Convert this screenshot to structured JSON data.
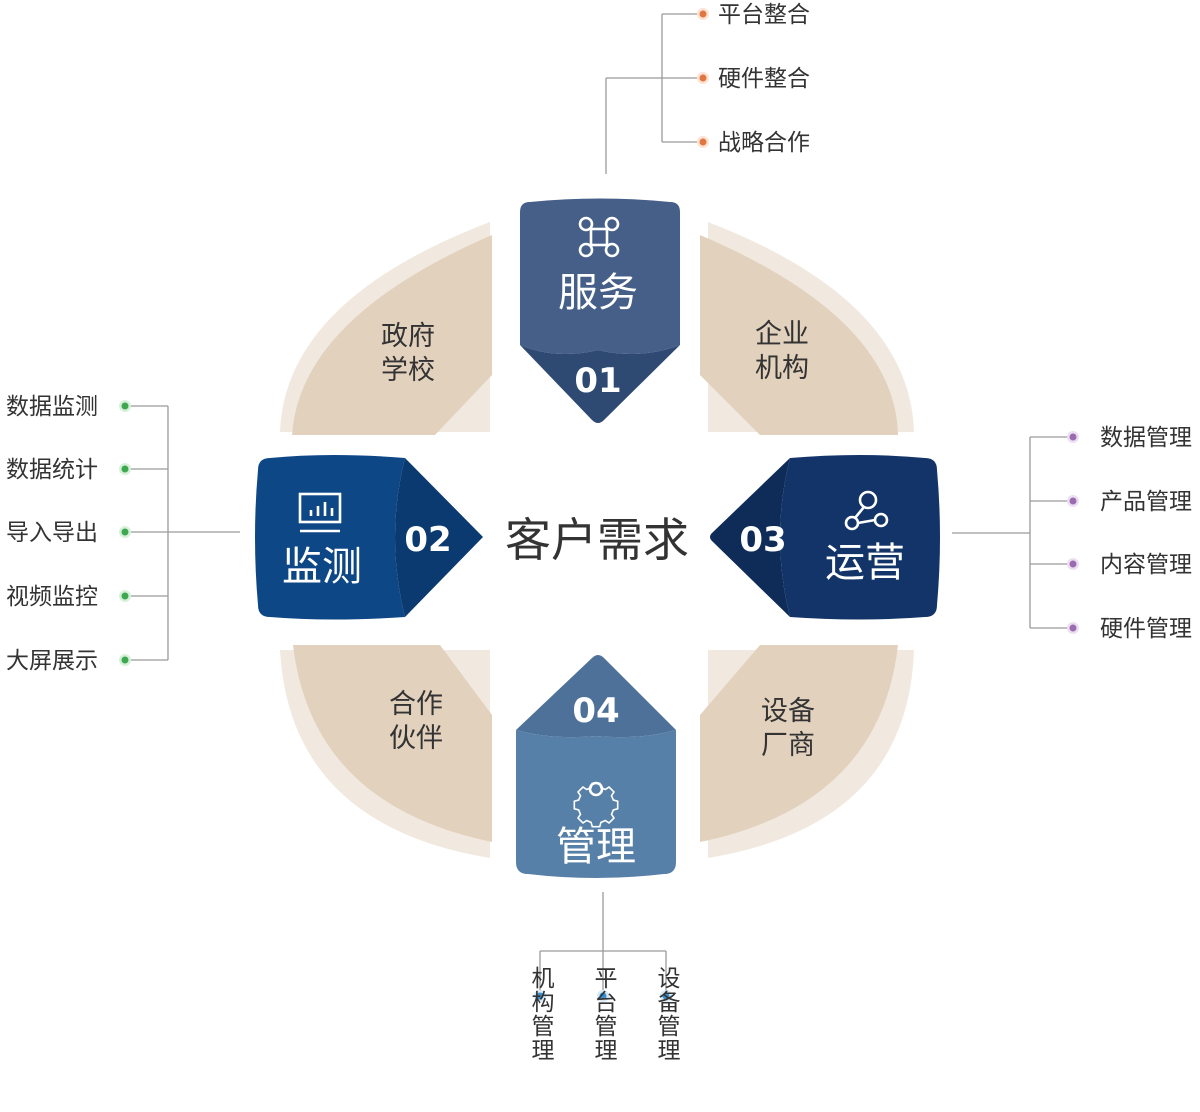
{
  "center_title": "客户需求",
  "colors": {
    "service": "#455f88",
    "monitor": "#0e4785",
    "operate": "#133468",
    "manage": "#5780a8",
    "petal": "#e2d2bd",
    "petal_shadow": "#f1e9df",
    "line": "#9a9a9a",
    "dot_orange": "#e07743",
    "dot_green": "#3ea84f",
    "dot_purple": "#9b6bb0",
    "dot_blue": "#3a8fd0"
  },
  "hubs": [
    {
      "id": "service",
      "num": "01",
      "label": "服务",
      "icon": "command-icon"
    },
    {
      "id": "monitor",
      "num": "02",
      "label": "监测",
      "icon": "monitor-chart-icon"
    },
    {
      "id": "operate",
      "num": "03",
      "label": "运营",
      "icon": "network-nodes-icon"
    },
    {
      "id": "manage",
      "num": "04",
      "label": "管理",
      "icon": "gear-icon"
    }
  ],
  "petals": [
    {
      "id": "top-left",
      "line1": "政府",
      "line2": "学校"
    },
    {
      "id": "top-right",
      "line1": "企业",
      "line2": "机构"
    },
    {
      "id": "bottom-left",
      "line1": "合作",
      "line2": "伙伴"
    },
    {
      "id": "bottom-right",
      "line1": "设备",
      "line2": "厂商"
    }
  ],
  "branches": {
    "service": [
      "平台整合",
      "硬件整合",
      "战略合作"
    ],
    "monitor": [
      "数据监测",
      "数据统计",
      "导入导出",
      "视频监控",
      "大屏展示"
    ],
    "operate": [
      "数据管理",
      "产品管理",
      "内容管理",
      "硬件管理"
    ],
    "manage": [
      "机构管理",
      "平台管理",
      "设备管理"
    ]
  }
}
